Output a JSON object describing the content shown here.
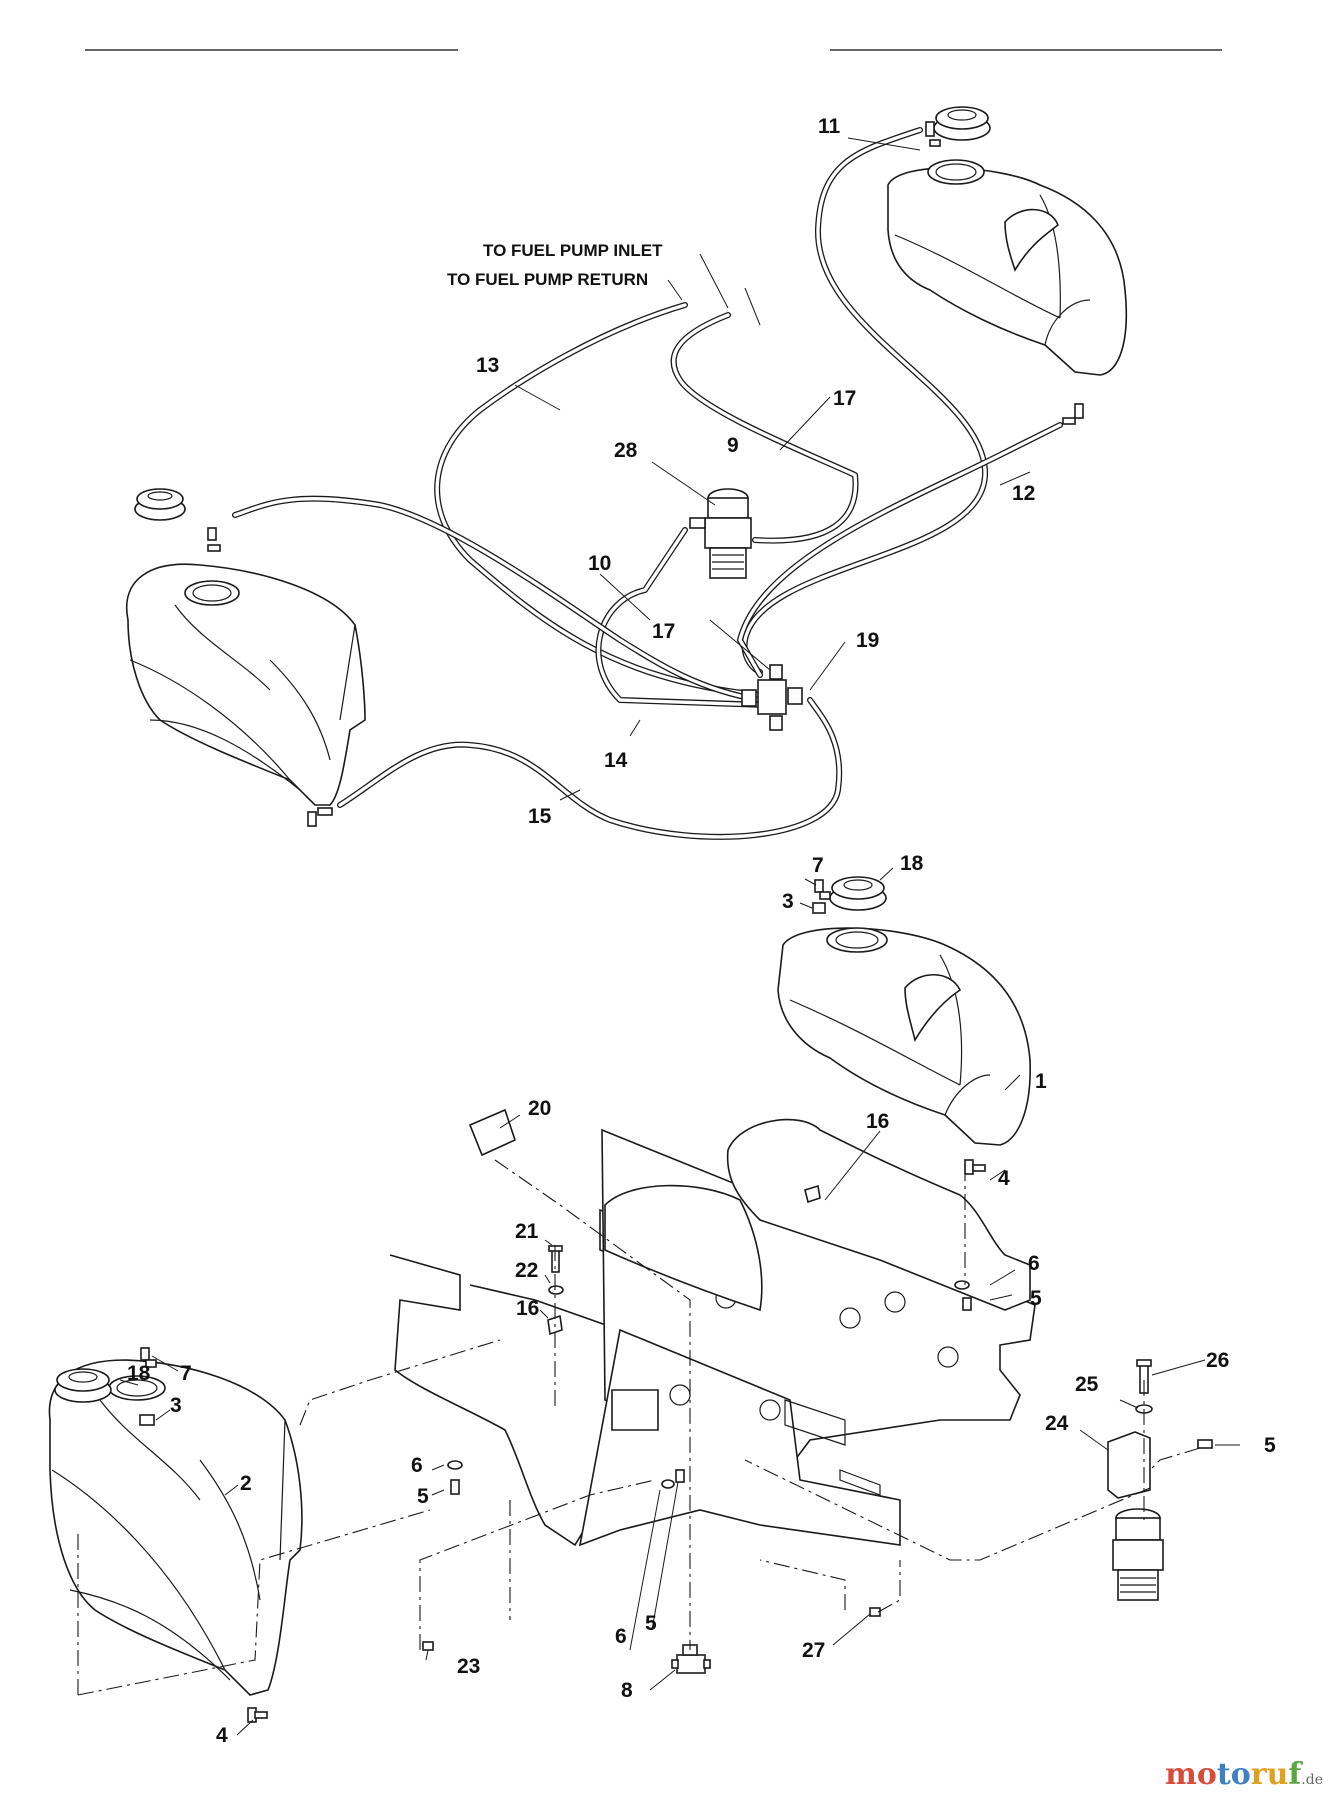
{
  "diagram": {
    "notes": {
      "pump_inlet": "TO FUEL PUMP INLET",
      "pump_return": "TO FUEL PUMP RETURN"
    },
    "callouts": {
      "c1": "1",
      "c2": "2",
      "c3a": "3",
      "c3b": "3",
      "c4a": "4",
      "c4b": "4",
      "c5a": "5",
      "c5b": "5",
      "c5c": "5",
      "c5d": "5",
      "c6a": "6",
      "c6b": "6",
      "c6c": "6",
      "c7a": "7",
      "c7b": "7",
      "c8": "8",
      "c9": "9",
      "c10": "10",
      "c11": "11",
      "c12": "12",
      "c13": "13",
      "c14": "14",
      "c15": "15",
      "c16a": "16",
      "c16b": "16",
      "c17a": "17",
      "c17b": "17",
      "c18a": "18",
      "c18b": "18",
      "c19": "19",
      "c20": "20",
      "c21": "21",
      "c22": "22",
      "c23": "23",
      "c24": "24",
      "c25": "25",
      "c26": "26",
      "c27": "27",
      "c28": "28"
    }
  },
  "watermark": {
    "part1": "mo",
    "part2": "to",
    "part3": "ru",
    "part4": "f",
    "suffix": ".de"
  }
}
